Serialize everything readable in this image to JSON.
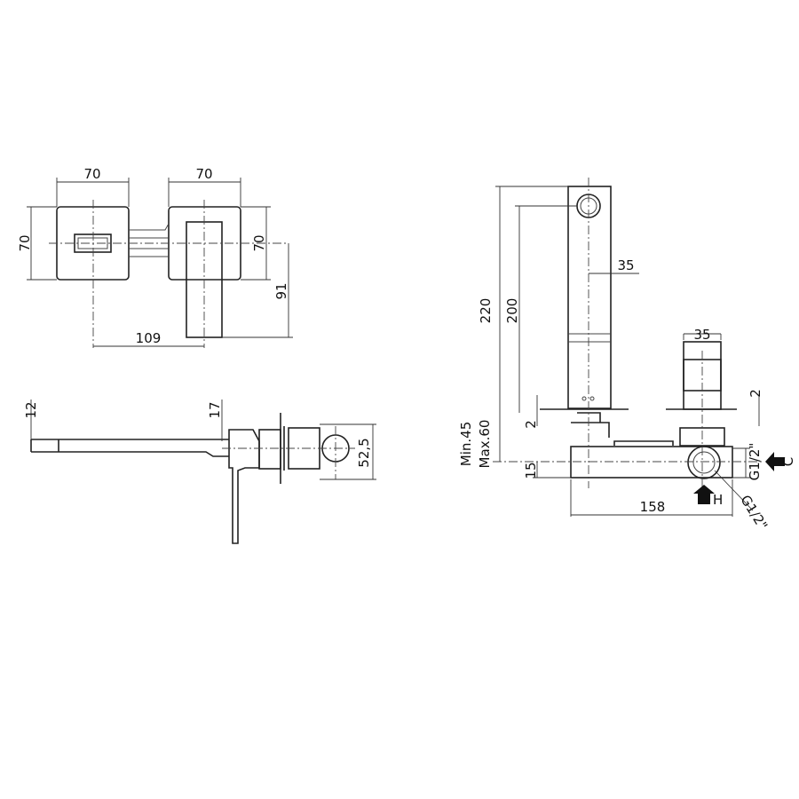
{
  "front_view": {
    "width_left": "70",
    "width_right": "70",
    "height_left": "70",
    "height_right": "70",
    "handle_drop": "91",
    "center_distance": "109"
  },
  "side_view": {
    "spout_height": "12",
    "body_offset": "17",
    "valve_depth": "52,5"
  },
  "section_view": {
    "total_height": "220",
    "spout_height": "200",
    "spout_width": "35",
    "valve_width": "35",
    "plate_left": "2",
    "plate_right": "2",
    "depth_min": "Min.45",
    "depth_max": "Max.60",
    "pipe_offset": "15",
    "body_length": "158",
    "thread_cold": "G1/2\"",
    "thread_hot": "G1/2\"",
    "cold_label": "C",
    "hot_label": "H"
  }
}
